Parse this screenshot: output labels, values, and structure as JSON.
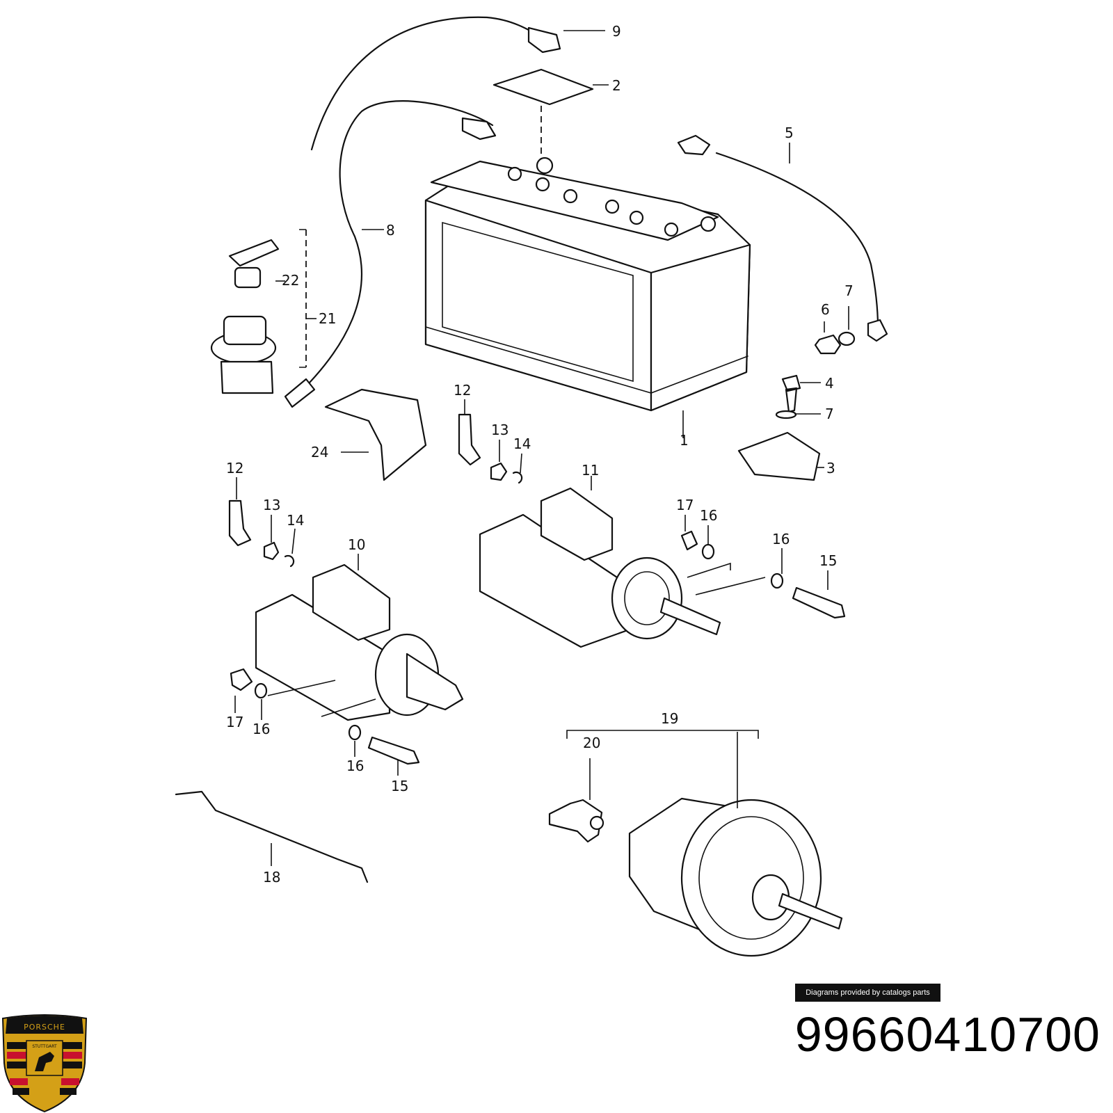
{
  "callouts": {
    "c1": "1",
    "c2": "2",
    "c3": "3",
    "c4": "4",
    "c5": "5",
    "c6": "6",
    "c7a": "7",
    "c7b": "7",
    "c8": "8",
    "c9": "9",
    "c10": "10",
    "c11": "11",
    "c12a": "12",
    "c12b": "12",
    "c13a": "13",
    "c13b": "13",
    "c14a": "14",
    "c14b": "14",
    "c15a": "15",
    "c15b": "15",
    "c16a": "16",
    "c16b": "16",
    "c16c": "16",
    "c17a": "17",
    "c17b": "17",
    "c18": "18",
    "c19": "19",
    "c20": "20",
    "c21": "21",
    "c22": "22",
    "c24": "24"
  },
  "credit": "Diagrams provided by catalogs parts",
  "part_number": "99660410700",
  "logo": {
    "text": "PORSCHE",
    "subtext": "STUTTGART",
    "colors": {
      "red": "#c8102e",
      "gold": "#d4a017",
      "black": "#111111"
    }
  }
}
